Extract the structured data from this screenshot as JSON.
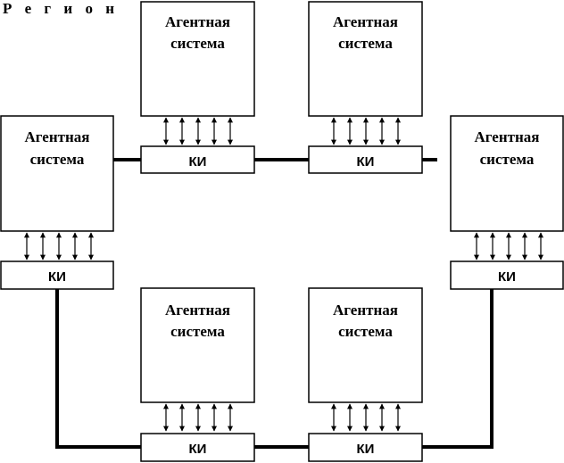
{
  "region_label": "Р е г и о н",
  "agent_label_line1": "Агентная",
  "agent_label_line2": "система",
  "ki_label": "КИ",
  "colors": {
    "stroke": "#000000",
    "fill": "#ffffff"
  }
}
